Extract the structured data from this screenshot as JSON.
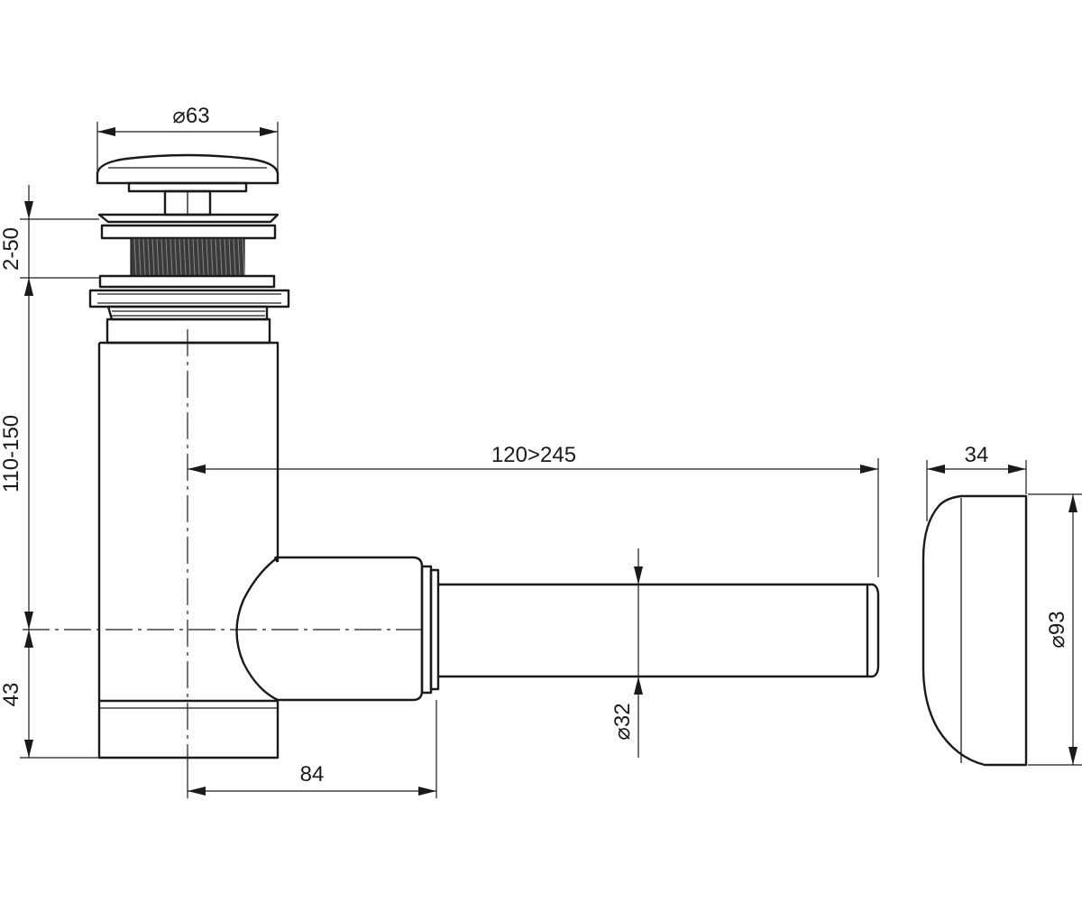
{
  "dimensions": {
    "cap_diameter": "⌀63",
    "thickness_range": "2-50",
    "height_range": "110-150",
    "lower_height": "43",
    "outlet_length": "120>245",
    "horizontal_offset": "84",
    "pipe_diameter": "⌀32",
    "rosette_depth": "34",
    "rosette_diameter": "⌀93"
  }
}
